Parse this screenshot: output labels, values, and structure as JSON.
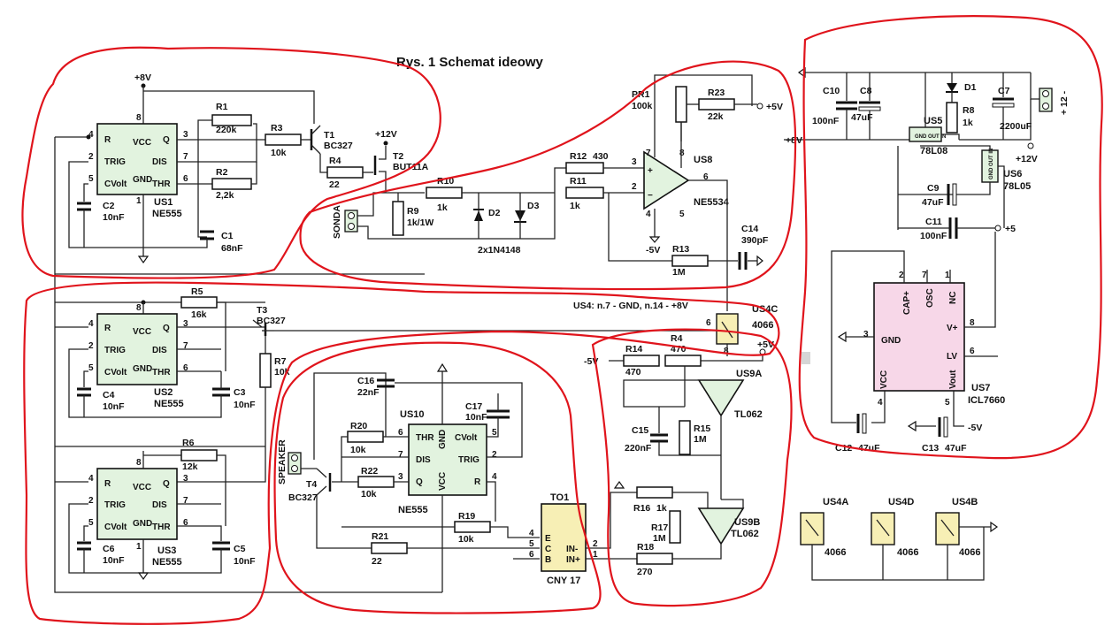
{
  "title": "Rys. 1 Schemat ideowy",
  "supply": {
    "v8_top": "+8V",
    "v12": "+12V",
    "v5_pr1": "+5V",
    "m5v_us8": "-5V",
    "v5_us9": "+5V",
    "m5v_us9": "-5V",
    "v8_reg": "+8V",
    "v12_reg": "+12V",
    "v5_reg": "+5",
    "m5v_us7": "-5V",
    "plus12_conn": "+ 12 -"
  },
  "note": "US4: n.7 - GND, n.14 - +8V",
  "ne555_pins": {
    "r": "R",
    "vcc": "VCC",
    "q": "Q",
    "trig": "TRIG",
    "dis": "DIS",
    "gnd": "GND",
    "cvolt": "CVolt",
    "thr": "THR",
    "p1": "1",
    "p2": "2",
    "p3": "3",
    "p4": "4",
    "p5": "5",
    "p6": "6",
    "p7": "7",
    "p8": "8"
  },
  "us1": {
    "name": "US1",
    "type": "NE555"
  },
  "us2": {
    "name": "US2",
    "type": "NE555"
  },
  "us3": {
    "name": "US3",
    "type": "NE555"
  },
  "us10": {
    "name": "US10",
    "type": "NE555",
    "thr": "THR",
    "gnd": "GND",
    "cvolt": "CVolt",
    "dis": "DIS",
    "trig": "TRIG",
    "q": "Q",
    "vcc": "VCC",
    "r": "R"
  },
  "r1": {
    "name": "R1",
    "value": "220k"
  },
  "r2": {
    "name": "R2",
    "value": "2,2k"
  },
  "r3": {
    "name": "R3",
    "value": "10k"
  },
  "r4": {
    "name": "R4",
    "value": "22"
  },
  "r5": {
    "name": "R5",
    "value": "16k"
  },
  "r6": {
    "name": "R6",
    "value": "12k"
  },
  "r7": {
    "name": "R7",
    "value": "10k"
  },
  "r8": {
    "name": "R8",
    "value": "1k"
  },
  "r9": {
    "name": "R9",
    "value": "1k/1W"
  },
  "r10": {
    "name": "R10",
    "value": "1k"
  },
  "r11": {
    "name": "R11",
    "value": "1k"
  },
  "r12": {
    "name": "R12",
    "value": "430"
  },
  "r13": {
    "name": "R13",
    "value": "1M"
  },
  "r14": {
    "name": "R14",
    "value": "470"
  },
  "r15": {
    "name": "R15",
    "value": "1M"
  },
  "r16": {
    "name": "R16",
    "value": "1k"
  },
  "r17": {
    "name": "R17",
    "value": "1M"
  },
  "r18": {
    "name": "R18",
    "value": "270"
  },
  "r19": {
    "name": "R19",
    "value": "10k"
  },
  "r20": {
    "name": "R20",
    "value": "10k"
  },
  "r21": {
    "name": "R21",
    "value": "22"
  },
  "r22": {
    "name": "R22",
    "value": "10k"
  },
  "r23": {
    "name": "R23",
    "value": "22k"
  },
  "r4b": {
    "name": "R4",
    "value": "470"
  },
  "pr1": {
    "name": "PR1",
    "value": "100k"
  },
  "c1": {
    "name": "C1",
    "value": "68nF"
  },
  "c2": {
    "name": "C2",
    "value": "10nF"
  },
  "c3": {
    "name": "C3",
    "value": "10nF"
  },
  "c4": {
    "name": "C4",
    "value": "10nF"
  },
  "c5": {
    "name": "C5",
    "value": "10nF"
  },
  "c6": {
    "name": "C6",
    "value": "10nF"
  },
  "c7": {
    "name": "C7",
    "value": "2200uF"
  },
  "c8": {
    "name": "C8",
    "value": "47uF"
  },
  "c9": {
    "name": "C9",
    "value": "47uF"
  },
  "c10": {
    "name": "C10",
    "value": "100nF"
  },
  "c11": {
    "name": "C11",
    "value": "100nF"
  },
  "c12": {
    "name": "C12",
    "value": "47uF"
  },
  "c13": {
    "name": "C13",
    "value": "47uF"
  },
  "c14": {
    "name": "C14",
    "value": "390pF"
  },
  "c15": {
    "name": "C15",
    "value": "220nF"
  },
  "c16": {
    "name": "C16",
    "value": "22nF"
  },
  "c17": {
    "name": "C17",
    "value": "10nF"
  },
  "t1": {
    "name": "T1",
    "type": "BC327"
  },
  "t2": {
    "name": "T2",
    "type": "BUT11A"
  },
  "t3": {
    "name": "T3",
    "type": "BC327"
  },
  "t4": {
    "name": "T4",
    "type": "BC327"
  },
  "d1": {
    "name": "D1"
  },
  "d2": {
    "name": "D2"
  },
  "d3": {
    "name": "D3"
  },
  "diodes": "2x1N4148",
  "sonda": "SONDA",
  "speaker": "SPEAKER",
  "us8": {
    "name": "US8",
    "type": "NE5534",
    "p2": "2",
    "p3": "3",
    "p4": "4",
    "p5": "5",
    "p6": "6",
    "p7": "7",
    "p8": "8"
  },
  "us9a": {
    "name": "US9A",
    "type": "TL062"
  },
  "us9b": {
    "name": "US9B",
    "type": "TL062"
  },
  "us5": {
    "name": "US5",
    "type": "78L08",
    "pins": "GND OUT IN"
  },
  "us6": {
    "name": "US6",
    "type": "78L05",
    "pins": "GND OUT IN"
  },
  "us7": {
    "name": "US7",
    "type": "ICL7660",
    "capp": "CAP+",
    "osc": "OSC",
    "nc": "NC",
    "gnd": "GND",
    "vplus": "V+",
    "vcc": "VCC",
    "lv": "LV",
    "vout": "Vout",
    "p2": "2",
    "p3": "3",
    "p4": "4",
    "p5": "5",
    "p6": "6",
    "p7": "7",
    "p8": "8",
    "p1": "1"
  },
  "to1": {
    "name": "TO1",
    "type": "CNY 17",
    "e": "E",
    "c": "C",
    "b": "B",
    "in_minus": "IN-",
    "in_plus": "IN+"
  },
  "us4a": {
    "name": "US4A",
    "type": "4066"
  },
  "us4b": {
    "name": "US4B",
    "type": "4066"
  },
  "us4c": {
    "name": "US4C",
    "type": "4066"
  },
  "us4d": {
    "name": "US4D",
    "type": "4066"
  },
  "colors": {
    "loop": "#e0141c",
    "ic_fill": "#e2f3df",
    "icl7660_fill": "#f7d7e8",
    "switch_fill": "#f7efb5"
  }
}
